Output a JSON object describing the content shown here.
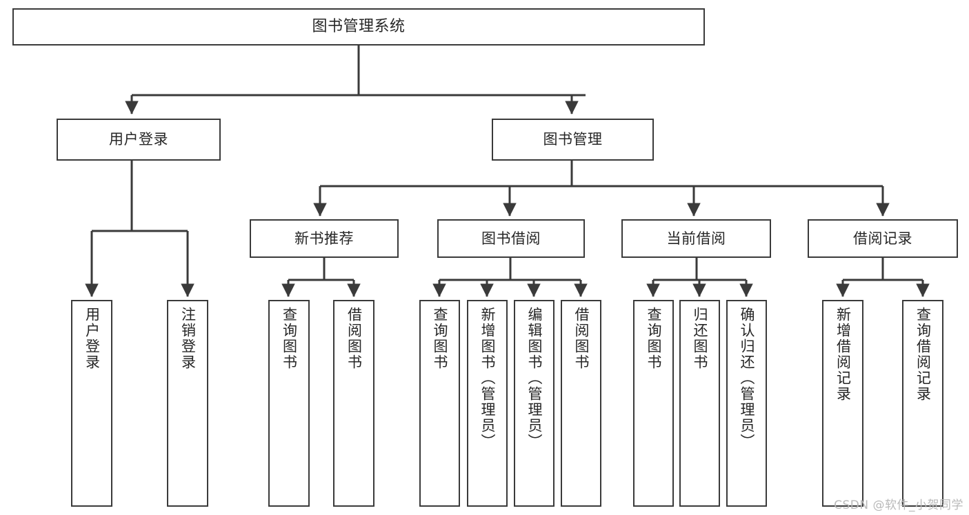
{
  "diagram": {
    "title": "图书管理系统",
    "type": "tree-hierarchy",
    "stroke_color": "#3a3a3a",
    "fill_color": "#ffffff",
    "text_color": "#262626"
  },
  "root": {
    "label": "图书管理系统"
  },
  "level1": [
    {
      "label": "用户登录"
    },
    {
      "label": "图书管理"
    }
  ],
  "level2": [
    {
      "label": "新书推荐"
    },
    {
      "label": "图书借阅"
    },
    {
      "label": "当前借阅"
    },
    {
      "label": "借阅记录"
    }
  ],
  "leaves": {
    "user_login": [
      {
        "label": "用户登录"
      },
      {
        "label": "注销登录"
      }
    ],
    "new_book": [
      {
        "label": "查询图书"
      },
      {
        "label": "借阅图书"
      }
    ],
    "book_borrow": [
      {
        "label": "查询图书"
      },
      {
        "label": "新增图书（管理员）"
      },
      {
        "label": "编辑图书（管理员）"
      },
      {
        "label": "借阅图书"
      }
    ],
    "current_borrow": [
      {
        "label": "查询图书"
      },
      {
        "label": "归还图书"
      },
      {
        "label": "确认归还（管理员）"
      }
    ],
    "borrow_record": [
      {
        "label": "新增借阅记录"
      },
      {
        "label": "查询借阅记录"
      }
    ]
  },
  "watermark": {
    "text": "CSDN @软件_小贺同学"
  }
}
